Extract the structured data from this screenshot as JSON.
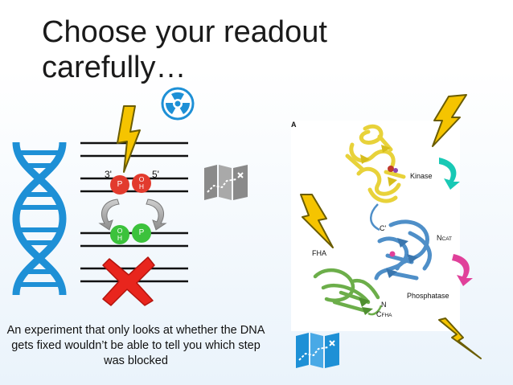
{
  "slide": {
    "title_line1": "Choose your readout",
    "title_line2": "carefully…",
    "caption": "An experiment that only looks at whether the DNA gets fixed wouldn’t be able to tell you which step was blocked"
  },
  "dna_diagram": {
    "label_3prime": "3'",
    "label_5prime": "5'",
    "phosphate_top": "P",
    "oh_top_line1": "O",
    "oh_top_line2": "H",
    "oh_bottom_line1": "O",
    "oh_bottom_line2": "H",
    "phosphate_bottom": "P"
  },
  "protein_figure": {
    "panel_label": "A",
    "kinase_label": "Kinase",
    "c_label": "C'",
    "ncat_label_main": "N",
    "ncat_label_sub": "CAT",
    "fha_label": "FHA",
    "phosphatase_label": "Phosphatase",
    "n_label": "N",
    "cfha_label_main": "C",
    "cfha_label_sub": "FHA"
  },
  "icons": [
    "dna-helix-icon",
    "radiation-icon",
    "lightning-icon",
    "map-icon",
    "red-x-icon",
    "cycle-arrows-icon"
  ],
  "colors": {
    "dna_blue": "#1e90d6",
    "lightning_yellow": "#f5c400",
    "lightning_outline": "#7a6a00",
    "red_circle": "#e23b2e",
    "green_circle": "#3cc23c",
    "cross_red": "#e8251d",
    "kinase_yellow": "#e8d23a",
    "phosphatase_blue": "#4f8fc8",
    "fha_green": "#6cae4a",
    "teal_arrow": "#19c9b5",
    "pink_arrow": "#e0409a",
    "map_gray": "#8a8a8a",
    "map_blue": "#1e90d6"
  }
}
